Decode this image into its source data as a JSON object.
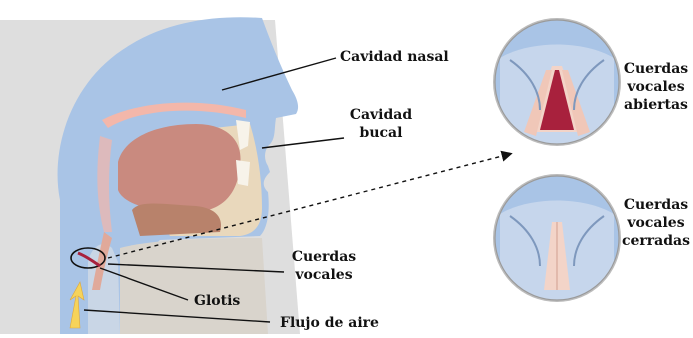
{
  "labels": {
    "nasal_cavity": "Cavidad nasal",
    "oral_cavity_line1": "Cavidad",
    "oral_cavity_line2": "bucal",
    "vocal_cords_line1": "Cuerdas",
    "vocal_cords_line2": "vocales",
    "glottis": "Glotis",
    "airflow": "Flujo de aire",
    "open_line1": "Cuerdas",
    "open_line2": "vocales",
    "open_line3": "abiertas",
    "closed_line1": "Cuerdas",
    "closed_line2": "vocales",
    "closed_line3": "cerradas"
  },
  "colors": {
    "head_blue": "#a9c4e6",
    "background_gray": "#dcdcdc",
    "skin_light": "#e9d8bc",
    "tongue": "#c98a7f",
    "palate_pink": "#f3b7aa",
    "vocal_fold_dark": "#a8213d",
    "airflow_yellow": "#f6d35a",
    "ring_gray": "#e6e6e6"
  }
}
